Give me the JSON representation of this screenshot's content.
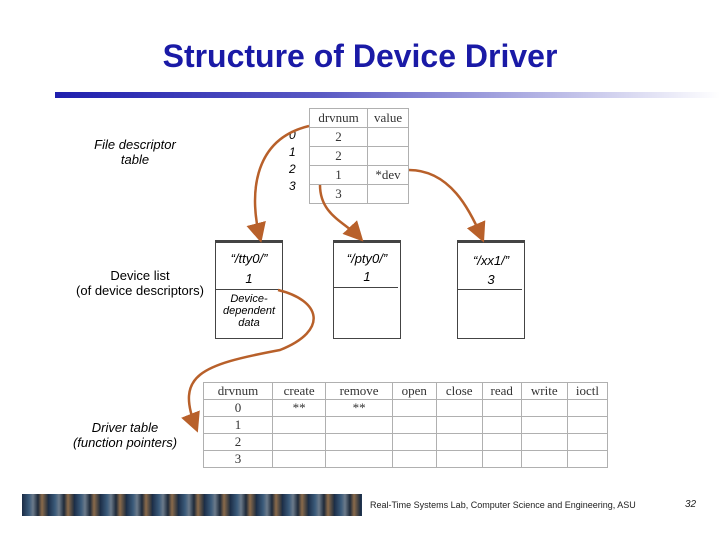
{
  "title": "Structure of Device Driver",
  "fd_table": {
    "label_line1": "File descriptor",
    "label_line2": "table",
    "indices": [
      "0",
      "1",
      "2",
      "3"
    ],
    "headers": [
      "drvnum",
      "value"
    ],
    "rows": [
      [
        "2",
        ""
      ],
      [
        "2",
        ""
      ],
      [
        "1",
        "*dev"
      ],
      [
        "3",
        ""
      ]
    ]
  },
  "device_list": {
    "label_line1": "Device list",
    "label_line2": "(of device descriptors)",
    "devices": [
      {
        "name": "“/tty0/”",
        "num": "1",
        "extra_line1": "Device-",
        "extra_line2": "dependent",
        "extra_line3": "data"
      },
      {
        "name": "“/pty0/”",
        "num": "1"
      },
      {
        "name": "“/xx1/”",
        "num": "3"
      }
    ]
  },
  "driver_table": {
    "label_line1": "Driver table",
    "label_line2": "(function pointers)",
    "headers": [
      "drvnum",
      "create",
      "remove",
      "open",
      "close",
      "read",
      "write",
      "ioctl"
    ],
    "rows": [
      [
        "0",
        "**",
        "**",
        "",
        "",
        "",
        "",
        ""
      ],
      [
        "1",
        "",
        "",
        "",
        "",
        "",
        "",
        ""
      ],
      [
        "2",
        "",
        "",
        "",
        "",
        "",
        "",
        ""
      ],
      [
        "3",
        "",
        "",
        "",
        "",
        "",
        "",
        ""
      ]
    ]
  },
  "footer": {
    "text": "Real-Time Systems Lab, Computer Science and Engineering, ASU",
    "page": "32"
  },
  "colors": {
    "title": "#1a1aa6",
    "arrow": "#b8602a"
  }
}
